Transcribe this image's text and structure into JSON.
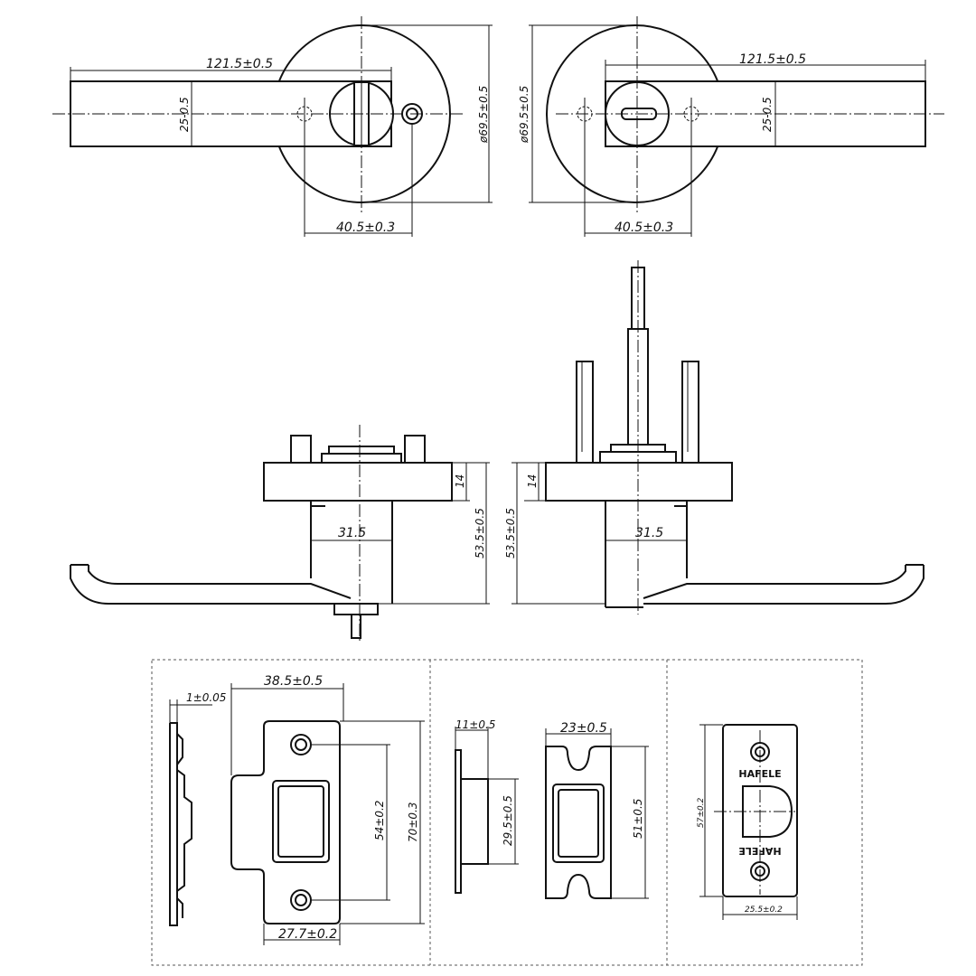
{
  "views": {
    "front_left": {
      "lever_length": "121.5±0.5",
      "lever_width": "25-0.5",
      "rose_diameter": "ø69.5±0.5",
      "hole_spacing": "40.5±0.3"
    },
    "front_right": {
      "lever_length": "121.5±0.5",
      "lever_width": "25-0.5",
      "rose_diameter": "ø69.5±0.5",
      "hole_spacing": "40.5±0.3"
    },
    "side_left": {
      "rose_thickness": "14",
      "neck_width": "31.5",
      "height": "53.5±0.5"
    },
    "side_right": {
      "rose_thickness": "14",
      "neck_width": "31.5",
      "height": "53.5±0.5"
    },
    "strike_plate": {
      "thickness": "1±0.05",
      "width": "38.5±0.5",
      "hole_spacing": "54±0.2",
      "height": "70±0.3",
      "bottom_width": "27.7±0.2"
    },
    "strike_box": {
      "thickness": "11±0.5",
      "depth": "29.5±0.5",
      "width": "23±0.5",
      "height": "51±0.5"
    },
    "latch_face": {
      "height": "57±0.2",
      "width": "25.5±0.2",
      "brand": "HAFELE"
    }
  }
}
